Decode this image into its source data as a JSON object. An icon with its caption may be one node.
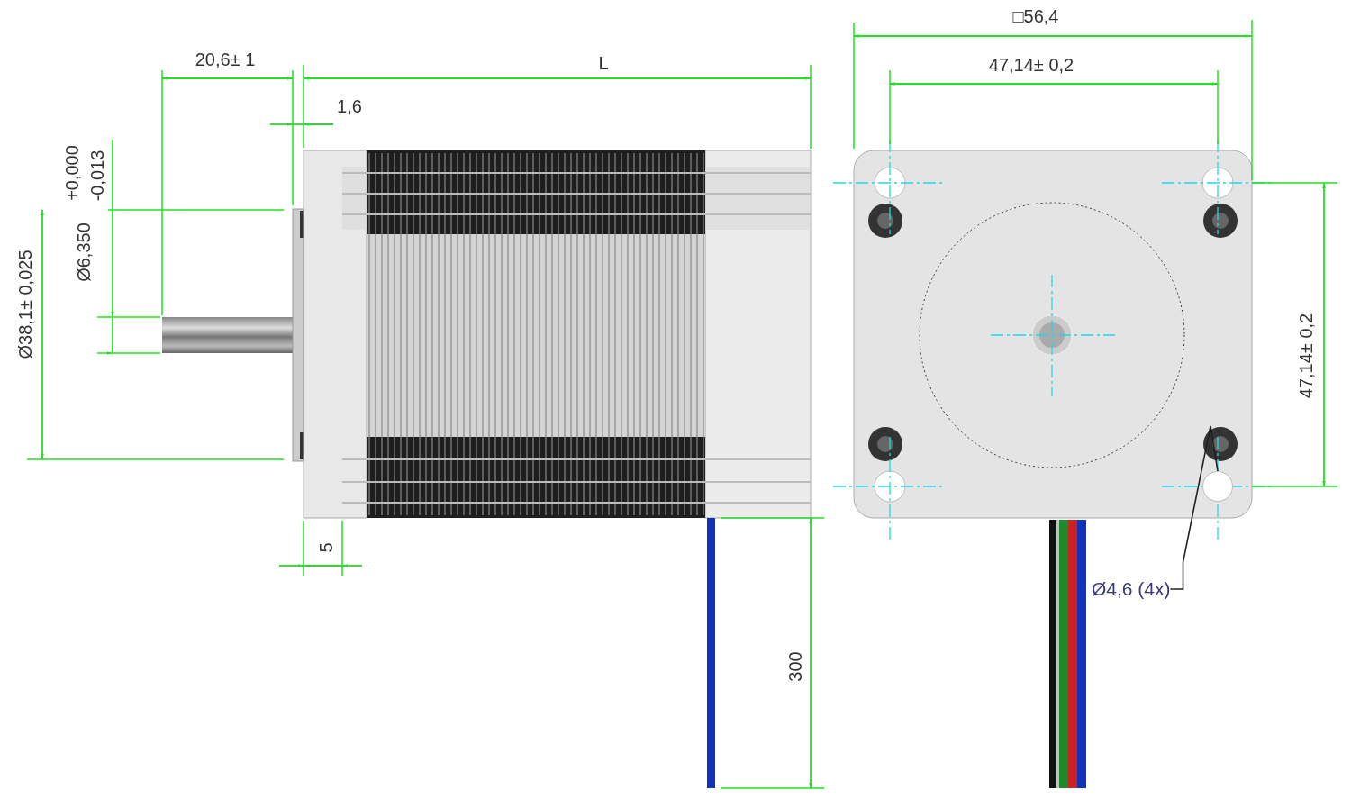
{
  "diagram": {
    "nodes": [
      {
        "text": [
          "Ø4,6 (4x)"
        ]
      },
      {
        "text": [],
        "shape": "circle"
      }
    ],
    "edges": [
      {
        "from": 0,
        "to": 1,
        "arrow": "none"
      }
    ],
    "labels": [
      "□56,4",
      "20,6± 1",
      "L",
      "47,14± 0,2",
      "1,6",
      "+0,000",
      "-0,013",
      "Ø6,350",
      "Ø38,1± 0,025",
      "47,14± 0,2",
      "5",
      "300"
    ]
  }
}
